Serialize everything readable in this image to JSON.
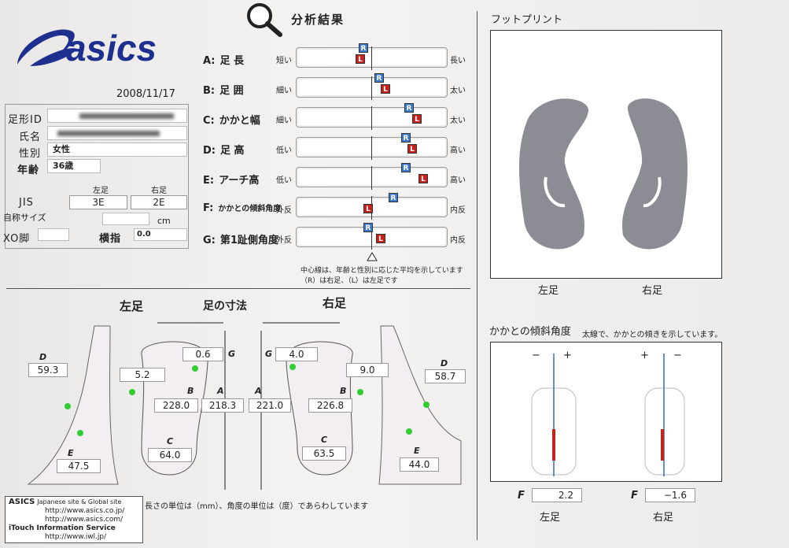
{
  "header": {
    "brand": "asics",
    "date": "2008/11/17",
    "analysis_title": "分析結果"
  },
  "profile": {
    "id_label": "足形ID",
    "name_label": "氏名",
    "gender_label": "性別",
    "gender_value": "女性",
    "age_label": "年齢",
    "age_value": "36歳",
    "jis_label": "JIS",
    "left_label": "左足",
    "right_label": "右足",
    "jis_left": "3E",
    "jis_right": "2E",
    "self_size_label": "自称サイズ",
    "cm_unit": "cm",
    "xo_label": "XO脚",
    "yokoyubi_label": "横指",
    "yokoyubi_value": "0.0"
  },
  "analysis": {
    "rows": [
      {
        "letter": "A:",
        "name": "足 長",
        "low": "短い",
        "high": "長い",
        "r": -10,
        "l": -14
      },
      {
        "letter": "B:",
        "name": "足 囲",
        "low": "細い",
        "high": "太い",
        "r": 10,
        "l": 18
      },
      {
        "letter": "C:",
        "name": "かかと幅",
        "low": "細い",
        "high": "太い",
        "r": 48,
        "l": 58
      },
      {
        "letter": "D:",
        "name": "足 高",
        "low": "低い",
        "high": "高い",
        "r": 44,
        "l": 52
      },
      {
        "letter": "E:",
        "name": "アーチ高",
        "low": "低い",
        "high": "高い",
        "r": 44,
        "l": 66
      },
      {
        "letter": "F:",
        "name": "かかとの傾斜角度",
        "low": "外反",
        "high": "内反",
        "r": 28,
        "l": -4
      },
      {
        "letter": "G:",
        "name": "第1趾側角度",
        "low": "外反",
        "high": "内反",
        "r": -4,
        "l": 12
      }
    ],
    "note1": "中心線は、年齢と性別に応じた平均を示しています",
    "note2": "（R）は右足、（L）は左足です",
    "r_mark": "R",
    "l_mark": "L"
  },
  "footprint": {
    "title": "フットプリント",
    "left": "左足",
    "right": "右足"
  },
  "heel_angle": {
    "title": "かかとの傾斜角度",
    "desc": "太線で、かかとの傾きを示しています。",
    "minus": "−",
    "plus": "+",
    "f_label": "F",
    "f_left": "2.2",
    "f_right": "−1.6",
    "left": "左足",
    "right": "右足"
  },
  "dimensions": {
    "left_title": "左足",
    "center_title": "足の寸法",
    "right_title": "右足",
    "left": {
      "D": "59.3",
      "E": "47.5",
      "G": "0.6",
      "f52": "5.2",
      "B": "228.0",
      "A": "218.3",
      "C": "64.0"
    },
    "right": {
      "D": "58.7",
      "E": "44.0",
      "G": "4.0",
      "f90": "9.0",
      "B": "226.8",
      "A": "221.0",
      "C": "63.5"
    },
    "letters": {
      "A": "A",
      "B": "B",
      "C": "C",
      "D": "D",
      "E": "E",
      "G": "G"
    },
    "unit_note": "長さの単位は（mm）、角度の単位は（度）であらわしています"
  },
  "footer": {
    "l1a": "ASICS",
    "l1b": "Japanese site & Global site",
    "l2": "http://www.asics.co.jp/",
    "l3": "http://www.asics.com/",
    "l4": "iTouch Information Service",
    "l5": "http://www.iwl.jp/"
  },
  "colors": {
    "brand": "#1d2f8f",
    "r_mark": "#3b7ad0",
    "l_mark": "#c8201a",
    "footprint": "#8c8c94"
  }
}
